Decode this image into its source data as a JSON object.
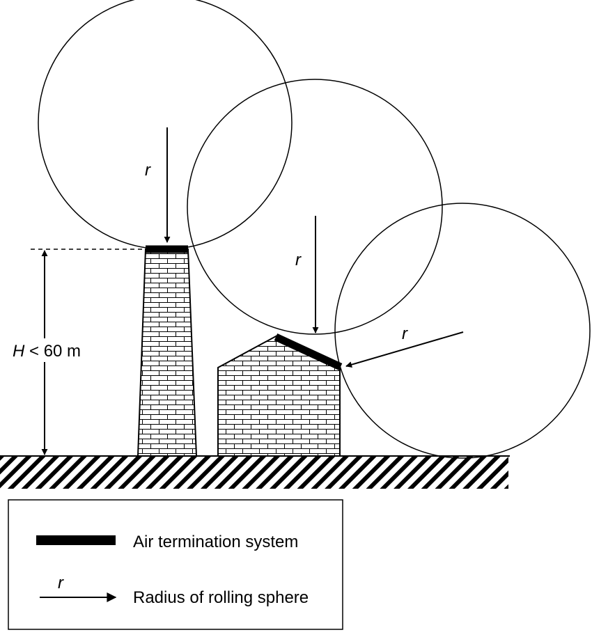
{
  "diagram": {
    "labels": {
      "r_sphere1": "r",
      "r_sphere2": "r",
      "r_sphere3": "r",
      "height_var": "H",
      "height_rest": " < 60 m"
    },
    "colors": {
      "ink": "#000000",
      "background": "#ffffff"
    }
  },
  "legend": {
    "air_termination_label": "Air termination system",
    "r_symbol": "r",
    "radius_label": "Radius of rolling sphere"
  }
}
